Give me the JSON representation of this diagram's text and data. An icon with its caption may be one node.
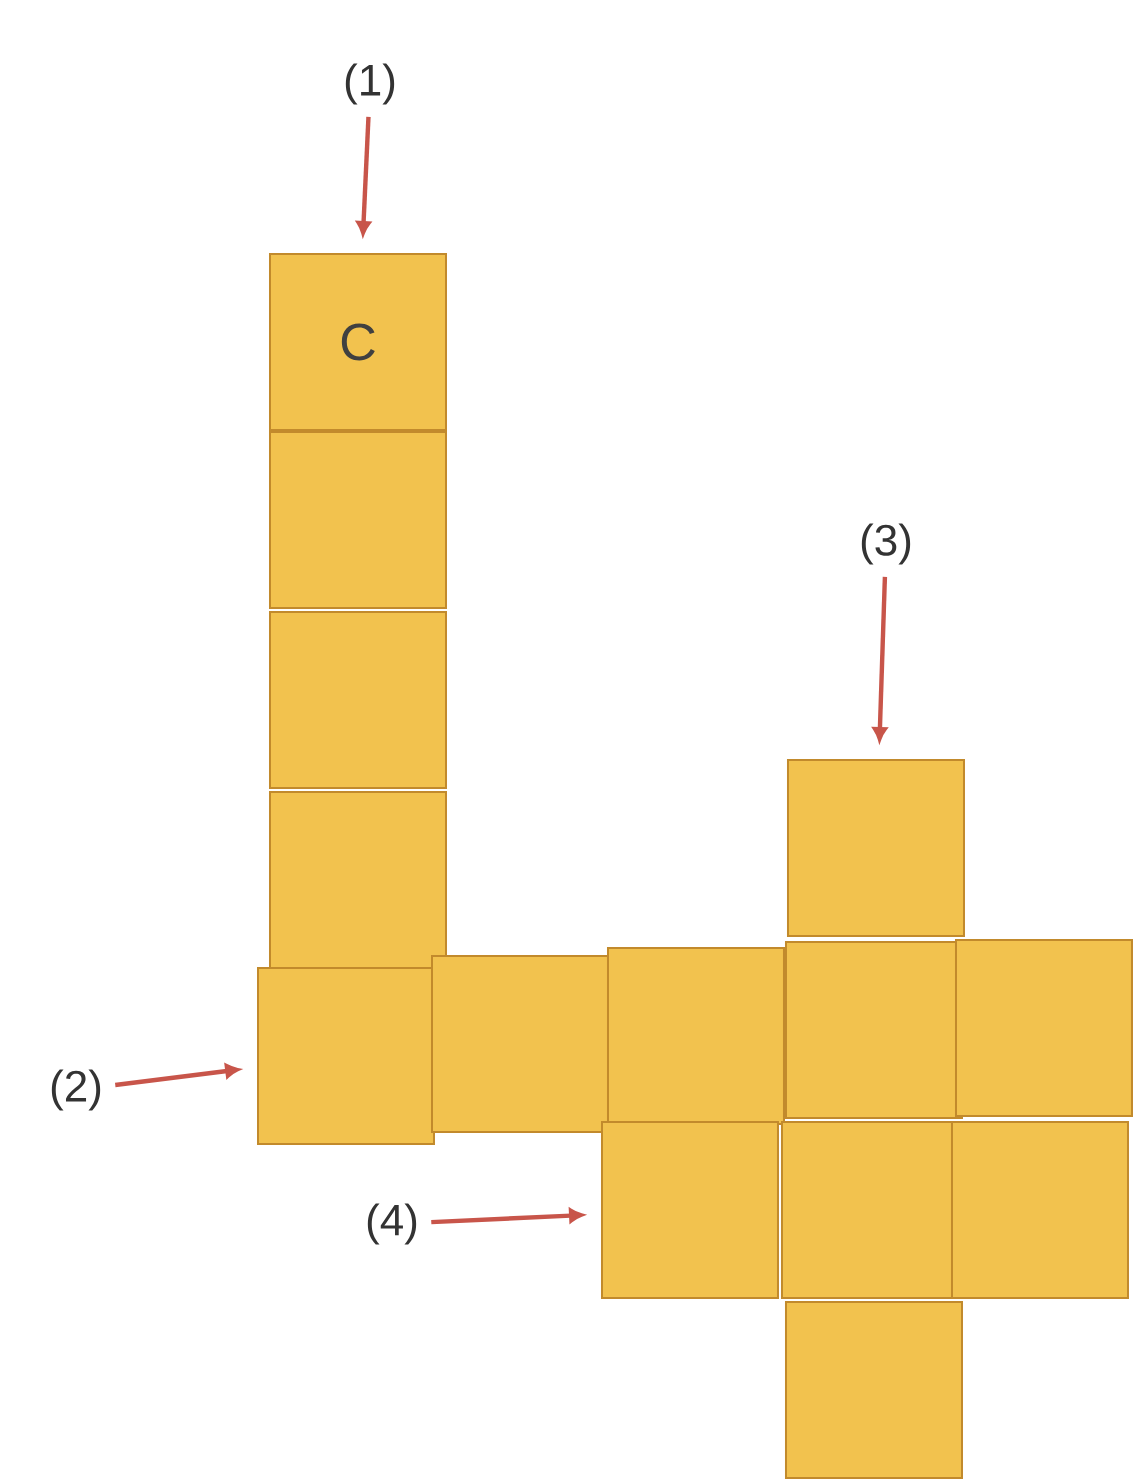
{
  "diagram": {
    "nodes": [
      {
        "text": [
          "(1)"
        ]
      },
      {
        "text": [
          "C"
        ]
      },
      {
        "text": [],
        "shape": "box"
      },
      {
        "text": [],
        "shape": "box"
      },
      {
        "text": [],
        "shape": "box"
      },
      {
        "text": [
          "(3)"
        ]
      },
      {
        "text": [],
        "shape": "box"
      },
      {
        "text": [
          "(2)"
        ]
      },
      {
        "text": [],
        "shape": "box"
      },
      {
        "text": [],
        "shape": "box"
      },
      {
        "text": [],
        "shape": "box"
      },
      {
        "text": [],
        "shape": "box"
      },
      {
        "text": [],
        "shape": "box"
      },
      {
        "text": [
          "(4)"
        ]
      },
      {
        "text": [],
        "shape": "box"
      },
      {
        "text": [],
        "shape": "box"
      },
      {
        "text": [],
        "shape": "box"
      },
      {
        "text": [],
        "shape": "box"
      }
    ],
    "edges": [
      {
        "from": 0,
        "to": 1,
        "arrow": "to"
      },
      {
        "from": 5,
        "to": 6,
        "arrow": "to"
      },
      {
        "from": 7,
        "to": 8,
        "arrow": "to"
      },
      {
        "from": 13,
        "to": 14,
        "arrow": "to"
      }
    ]
  }
}
